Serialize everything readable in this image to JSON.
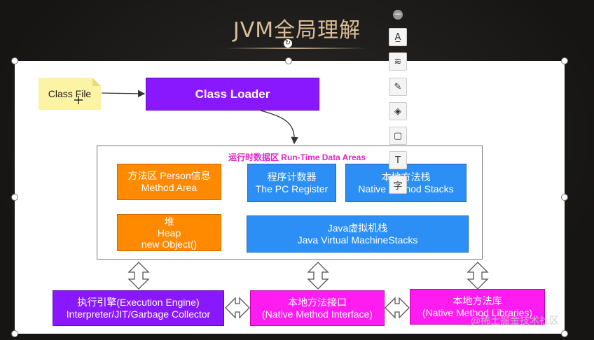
{
  "title": "JVM全局理解",
  "class_file": "Class File",
  "class_loader": "Class Loader",
  "runtime_area_label": "运行时数据区 Run-Time Data Areas",
  "method_area": {
    "line1": "方法区  Person信息",
    "line2": "Method Area"
  },
  "pc_register": {
    "line1": "程序计数器",
    "line2": "The PC Register"
  },
  "native_stack": {
    "line1": "本地方法栈",
    "line2": "Native Method Stacks"
  },
  "heap": {
    "line1": "堆",
    "line2": "Heap",
    "line3": "new Object()"
  },
  "jvm_stacks": {
    "line1": "Java虚拟机栈",
    "line2": "Java Virtual MachineStacks"
  },
  "execution_engine": {
    "line1": "执行引擎(Execution Engine)",
    "line2": "Interpreter/JIT/Garbage Collector"
  },
  "native_interface": {
    "line1": "本地方法接口",
    "line2": "(Native Method Interface)"
  },
  "native_libraries": {
    "line1": "本地方法库",
    "line2": "(Native Method Libraries)"
  },
  "toolbar": {
    "items": [
      {
        "name": "translate-icon",
        "glyph": "A̲"
      },
      {
        "name": "layers-icon",
        "glyph": "≋"
      },
      {
        "name": "pen-icon",
        "glyph": "✎"
      },
      {
        "name": "fill-icon",
        "glyph": "◈"
      },
      {
        "name": "border-icon",
        "glyph": "▢"
      },
      {
        "name": "text-icon",
        "glyph": "T"
      },
      {
        "name": "font-icon",
        "glyph": "字"
      }
    ]
  },
  "watermark": "@稀土掘金技术社区",
  "colors": {
    "purple": "#8a18ff",
    "orange": "#ff8a00",
    "blue": "#2c8ff5",
    "magenta": "#ff1cf0",
    "note": "#fcf3a4"
  }
}
